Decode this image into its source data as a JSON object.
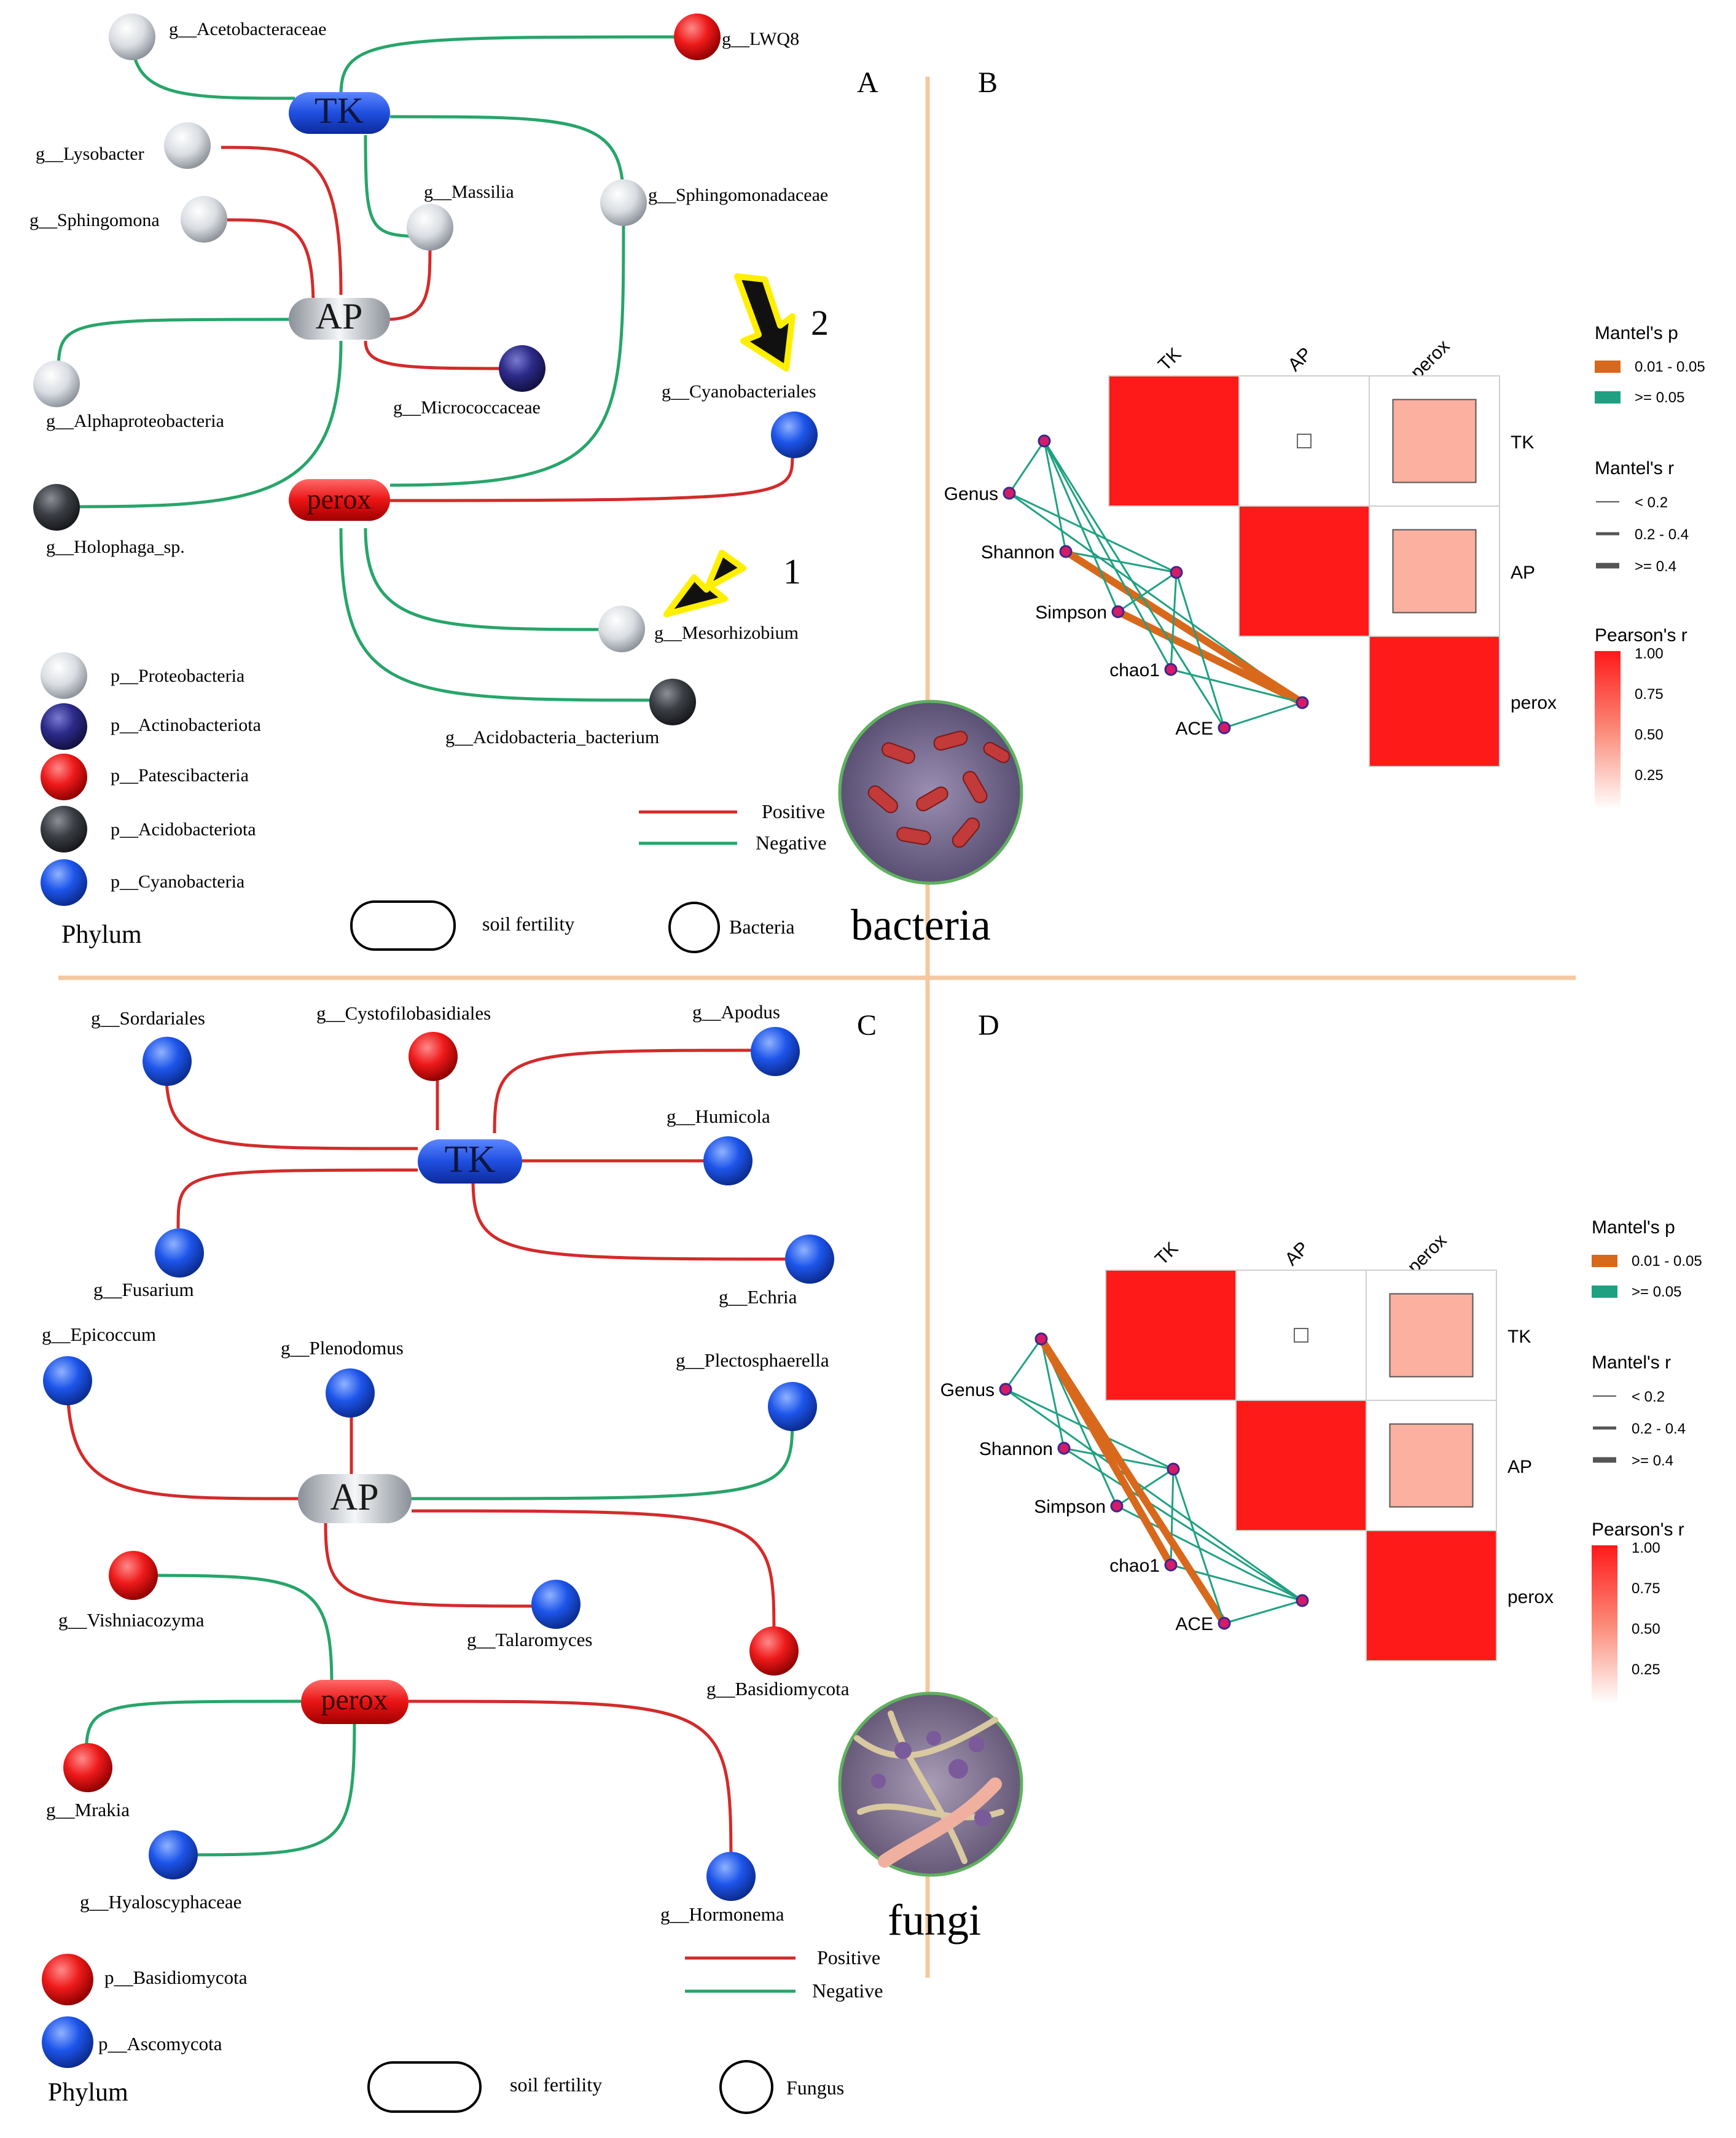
{
  "panels": {
    "A": "A",
    "B": "B",
    "C": "C",
    "D": "D"
  },
  "fertility": {
    "tk": "TK",
    "ap": "AP",
    "perox": "perox"
  },
  "bacteria": {
    "genera": {
      "acetobacteraceae": "g__Acetobacteraceae",
      "lwq8": "g__LWQ8",
      "lysobacter": "g__Lysobacter",
      "massilia": "g__Massilia",
      "sphingomonadaceae": "g__Sphingomonadaceae",
      "sphingomona": "g__Sphingomona",
      "alphaproteobacteria": "g__Alphaproteobacteria",
      "micrococcaceae": "g__Micrococcaceae",
      "cyanobacteriales": "g__Cyanobacteriales",
      "holophaga": "g__Holophaga_sp.",
      "mesorhizobium": "g__Mesorhizobium",
      "acidobacteria_bacterium": "g__Acidobacteria_bacterium"
    },
    "arrows": {
      "arrow2": "2",
      "arrow1": "1"
    },
    "phyla": [
      "p__Proteobacteria",
      "p__Actinobacteriota",
      "p__Patescibacteria",
      "p__Acidobacteriota",
      "p__Cyanobacteria"
    ],
    "phylum_title": "Phylum",
    "legend": {
      "positive": "Positive",
      "negative": "Negative",
      "soil_fertility": "soil fertility",
      "organism": "Bacteria"
    },
    "badge": "bacteria"
  },
  "fungi": {
    "genera": {
      "sordariales": "g__Sordariales",
      "cystofilobasidiales": "g__Cystofilobasidiales",
      "apodus": "g__Apodus",
      "humicola": "g__Humicola",
      "fusarium": "g__Fusarium",
      "echria": "g__Echria",
      "epicoccum": "g__Epicoccum",
      "plenodomus": "g__Plenodomus",
      "plectosphaerella": "g__Plectosphaerella",
      "vishniacozyma": "g__Vishniacozyma",
      "talaromyces": "g__Talaromyces",
      "basidiomycota": "g__Basidiomycota",
      "mrakia": "g__Mrakia",
      "hyaloscyphaceae": "g__Hyaloscyphaceae",
      "hormonema": "g__Hormonema"
    },
    "phyla": [
      "p__Basidiomycota",
      "p__Ascomycota"
    ],
    "phylum_title": "Phylum",
    "legend": {
      "positive": "Positive",
      "negative": "Negative",
      "soil_fertility": "soil fertility",
      "organism": "Fungus"
    },
    "badge": "fungi"
  },
  "mantel": {
    "columns": [
      "TK",
      "AP",
      "perox"
    ],
    "rows": [
      "TK",
      "AP",
      "perox"
    ],
    "diversity": [
      "Genus",
      "Shannon",
      "Simpson",
      "chao1",
      "ACE"
    ],
    "legend": {
      "p_title": "Mantel's p",
      "p_items": [
        "0.01 - 0.05",
        ">= 0.05"
      ],
      "r_title": "Mantel's r",
      "r_items": [
        "< 0.2",
        "0.2 - 0.4",
        ">= 0.4"
      ],
      "pearson_title": "Pearson's r",
      "pearson_ticks": [
        "1.00",
        "0.75",
        "0.50",
        "0.25"
      ]
    }
  },
  "colors": {
    "positive": "#d42a2a",
    "negative": "#27a56a",
    "divider": "#f5c79f",
    "mantel_sig": "#d8691c",
    "mantel_ns": "#1fa181",
    "heat_full": "#ff1a1a",
    "heat_light": "#fbb0a0"
  }
}
